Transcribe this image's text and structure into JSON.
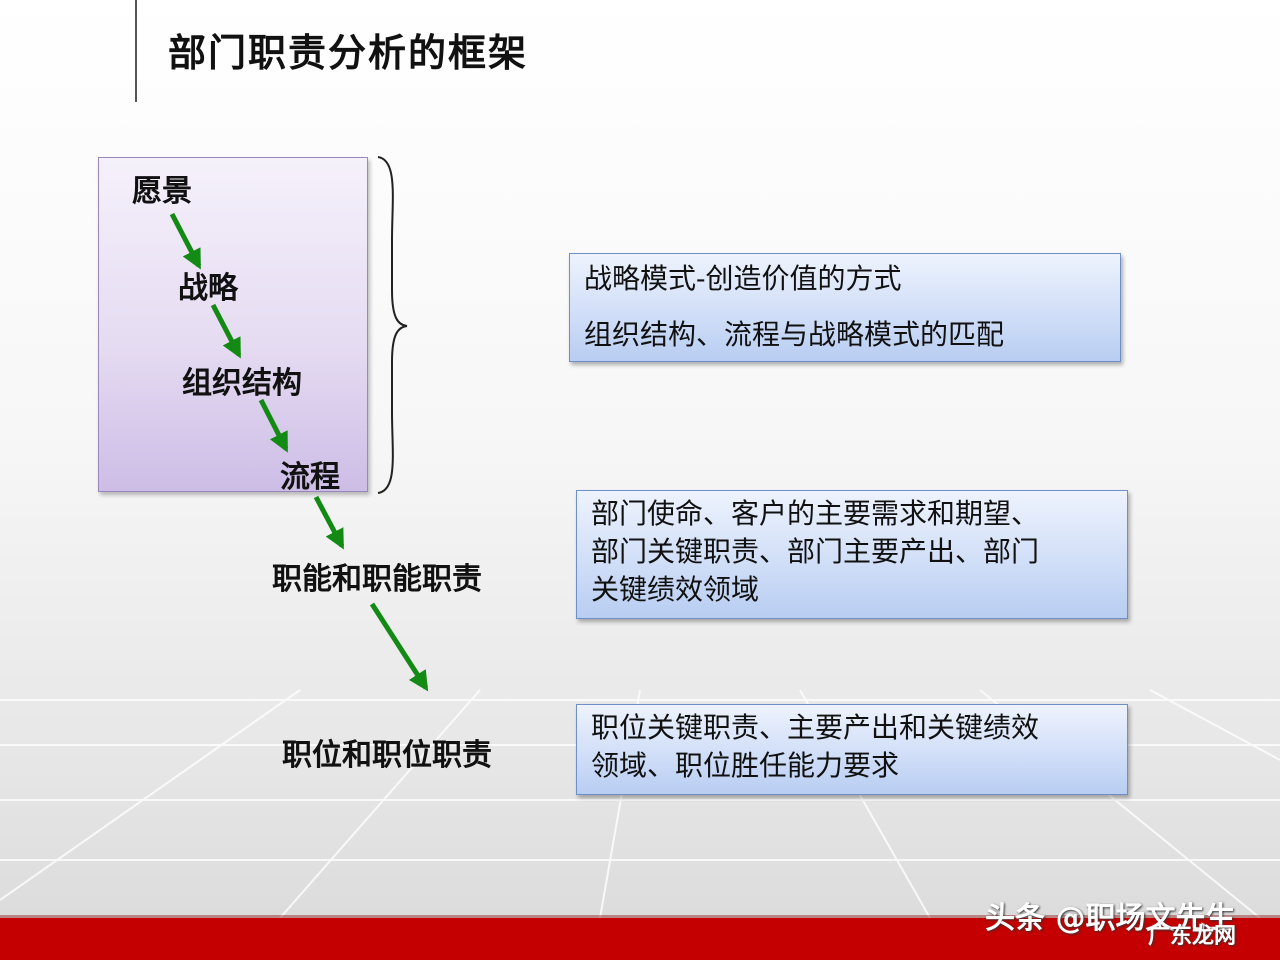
{
  "title": "部门职责分析的框架",
  "hierarchy": {
    "vision": "愿景",
    "strategy": "战略",
    "org_structure": "组织结构",
    "process": "流程",
    "functions": "职能和职能职责",
    "positions": "职位和职位职责"
  },
  "boxes": {
    "strategy_box": [
      "战略模式-创造价值的方式",
      "组织结构、流程与战略模式的匹配"
    ],
    "dept_box": [
      "部门使命、客户的主要需求和期望、",
      "部门关键职责、部门主要产出、部门",
      "关键绩效领域"
    ],
    "position_box": [
      "职位关键职责、主要产出和关键绩效",
      "领域、职位胜任能力要求"
    ]
  },
  "colors": {
    "arrow": "#138a13",
    "purple_box": "#e6dcf2",
    "blue_box": "#c9d9f6",
    "footer_bar": "#c40000"
  },
  "watermark": {
    "line1": "头条 @职场文先生",
    "line2": "广东龙网"
  }
}
